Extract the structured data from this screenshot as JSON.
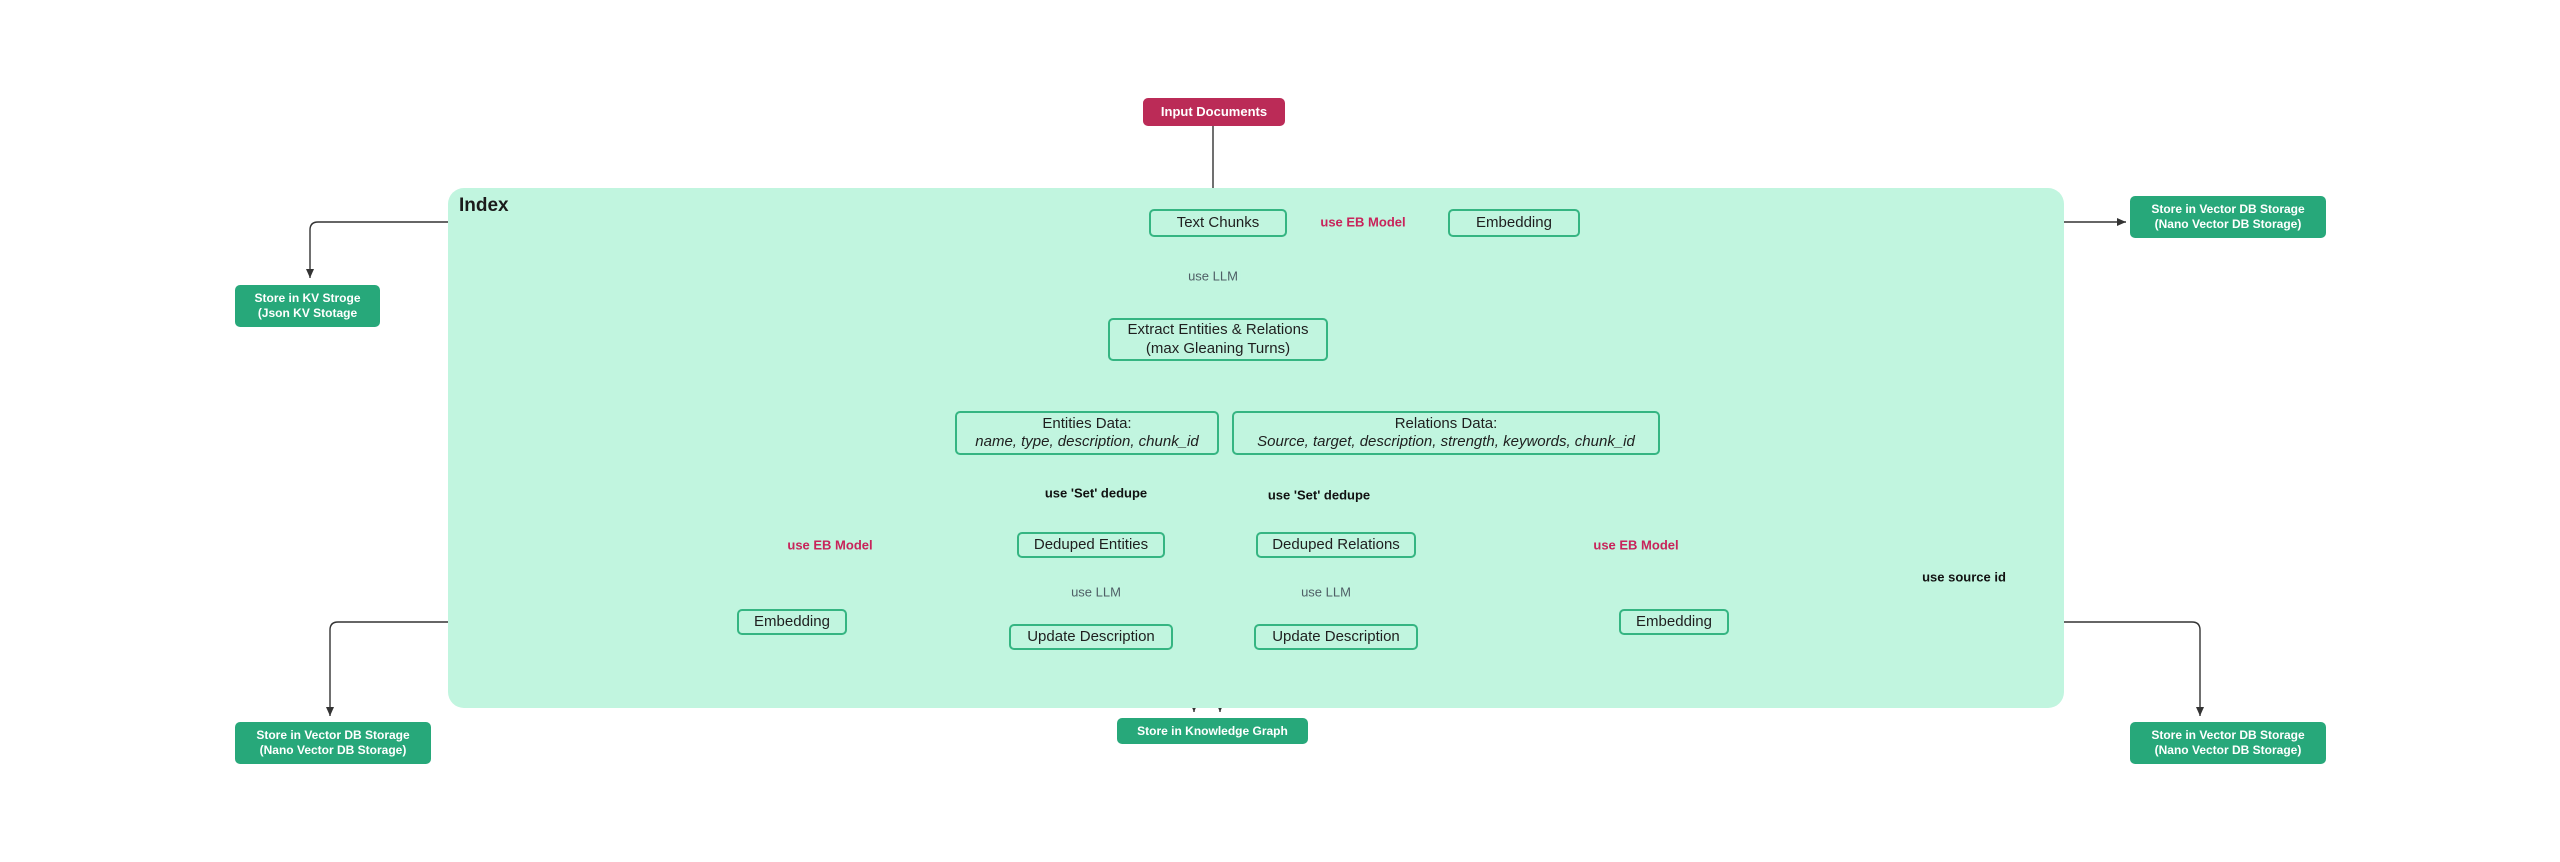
{
  "index_title": "Index",
  "colors": {
    "index_background": "#c1f5df",
    "node_border": "#35b582",
    "storage_node": "#27a87a",
    "input_node": "#bb2b57",
    "arrow": "#333333",
    "pink_arrow": "#c8235a",
    "pink_label": "#c8235a"
  },
  "nodes": {
    "input_documents": "Input Documents",
    "text_chunks": "Text Chunks",
    "embedding_top": "Embedding",
    "store_vector_top": [
      "Store in Vector DB Storage",
      "(Nano Vector DB Storage)"
    ],
    "store_kv": [
      "Store in KV Stroge",
      "(Json KV Stotage"
    ],
    "extract": [
      "Extract Entities & Relations",
      "(max Gleaning Turns)"
    ],
    "entities_data": {
      "title": "Entities Data:",
      "fields": "name, type, description, chunk_id"
    },
    "relations_data": {
      "title": "Relations Data:",
      "fields": "Source, target, description, strength, keywords, chunk_id"
    },
    "deduped_entities": "Deduped Entities",
    "deduped_relations": "Deduped Relations",
    "embedding_left": "Embedding",
    "embedding_right": "Embedding",
    "update_desc_left": "Update Description",
    "update_desc_right": "Update Description",
    "store_vector_left": [
      "Store in Vector DB Storage",
      "(Nano Vector DB Storage)"
    ],
    "store_vector_right": [
      "Store in Vector DB Storage",
      "(Nano Vector DB Storage)"
    ],
    "store_kg": "Store in Knowledge Graph"
  },
  "edge_labels": {
    "eb_model_top": "use EB Model",
    "llm_extract": "use LLM",
    "set_dedupe_entities": "use 'Set' dedupe",
    "set_dedupe_relations": "use 'Set' dedupe",
    "eb_model_left": "use EB Model",
    "eb_model_right": "use EB Model",
    "llm_entities": "use LLM",
    "llm_relations": "use LLM",
    "source_id": "use source id"
  }
}
